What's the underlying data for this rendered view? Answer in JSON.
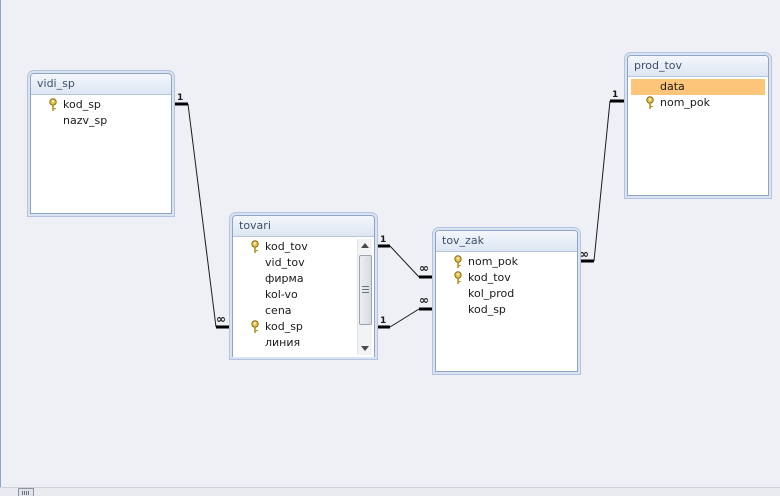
{
  "relationships": {
    "one_label": "1",
    "many_label": "∞"
  },
  "tables": {
    "vidi_sp": {
      "title": "vidi_sp",
      "fields": [
        {
          "name": "kod_sp",
          "key": true
        },
        {
          "name": "nazv_sp",
          "key": false
        }
      ]
    },
    "tovari": {
      "title": "tovari",
      "fields": [
        {
          "name": "kod_tov",
          "key": true
        },
        {
          "name": "vid_tov",
          "key": false
        },
        {
          "name": "фирма",
          "key": false
        },
        {
          "name": "kol-vo",
          "key": false
        },
        {
          "name": "cena",
          "key": false
        },
        {
          "name": "kod_sp",
          "key": true
        },
        {
          "name": "линия",
          "key": false
        }
      ]
    },
    "tov_zak": {
      "title": "tov_zak",
      "fields": [
        {
          "name": "nom_pok",
          "key": true
        },
        {
          "name": "kod_tov",
          "key": true
        },
        {
          "name": "kol_prod",
          "key": false
        },
        {
          "name": "kod_sp",
          "key": false
        }
      ]
    },
    "prod_tov": {
      "title": "prod_tov",
      "fields": [
        {
          "name": "data",
          "key": false,
          "selected": true
        },
        {
          "name": "nom_pok",
          "key": true
        }
      ]
    }
  },
  "colors": {
    "selection": "#fcc57a",
    "title_text": "#3c4f6b",
    "table_border": "#8ea4c4",
    "canvas": "#eef0f5"
  },
  "icons": [
    "key-icon",
    "scroll-up-icon",
    "scroll-down-icon",
    "scroll-grip-icon"
  ]
}
